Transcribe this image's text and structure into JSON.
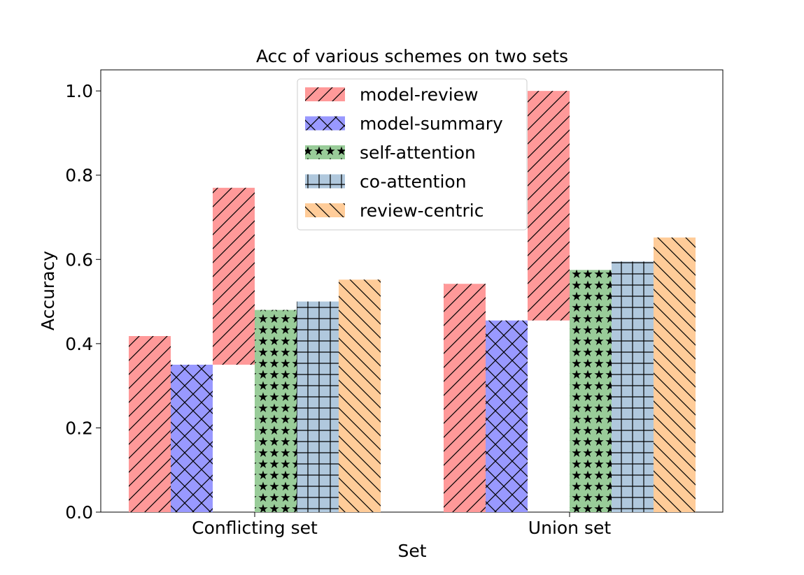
{
  "chart_data": {
    "type": "bar",
    "title": "Acc of various schemes on two sets",
    "xlabel": "Set",
    "ylabel": "Accuracy",
    "categories": [
      "Conflicting set",
      "Union set"
    ],
    "ylim": [
      0,
      1.05
    ],
    "yticks": [
      "0.0",
      "0.2",
      "0.4",
      "0.6",
      "0.8",
      "1.0"
    ],
    "grid": false,
    "legend_position": "top-center",
    "stacked_bar": {
      "series": "model-review",
      "base": [
        0.35,
        0.455
      ],
      "top": [
        0.77,
        1.0
      ]
    },
    "series": [
      {
        "name": "model-review",
        "color": "#ff9999",
        "hatch": "forward-diagonal",
        "values": [
          0.418,
          0.542
        ]
      },
      {
        "name": "model-summary",
        "color": "#9999ff",
        "hatch": "cross-diagonal",
        "values": [
          0.35,
          0.455
        ]
      },
      {
        "name": "self-attention",
        "color": "#99cc99",
        "hatch": "stars",
        "values": [
          0.48,
          0.575
        ]
      },
      {
        "name": "co-attention",
        "color": "#b0c8dd",
        "hatch": "grid",
        "values": [
          0.5,
          0.595
        ]
      },
      {
        "name": "review-centric",
        "color": "#ffcc99",
        "hatch": "back-diagonal",
        "values": [
          0.552,
          0.652
        ]
      }
    ]
  }
}
